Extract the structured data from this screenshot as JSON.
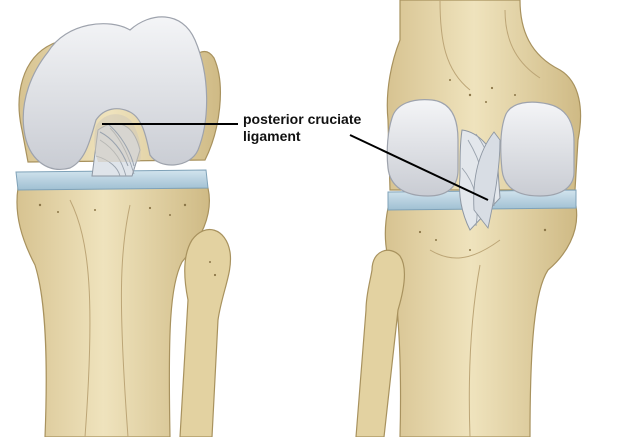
{
  "figure": {
    "annotation": {
      "line1": "posterior cruciate",
      "line2": "ligament"
    },
    "views": [
      "anterior-knee-view",
      "posterior-knee-view"
    ]
  },
  "colors": {
    "bone": "#e8d9ae",
    "bone_shadow": "#cdb98a",
    "cartilage": "#e4e6ea",
    "meniscus": "#b9d3e2",
    "ligament": "#dfe4ea",
    "leader_line": "#000000"
  }
}
